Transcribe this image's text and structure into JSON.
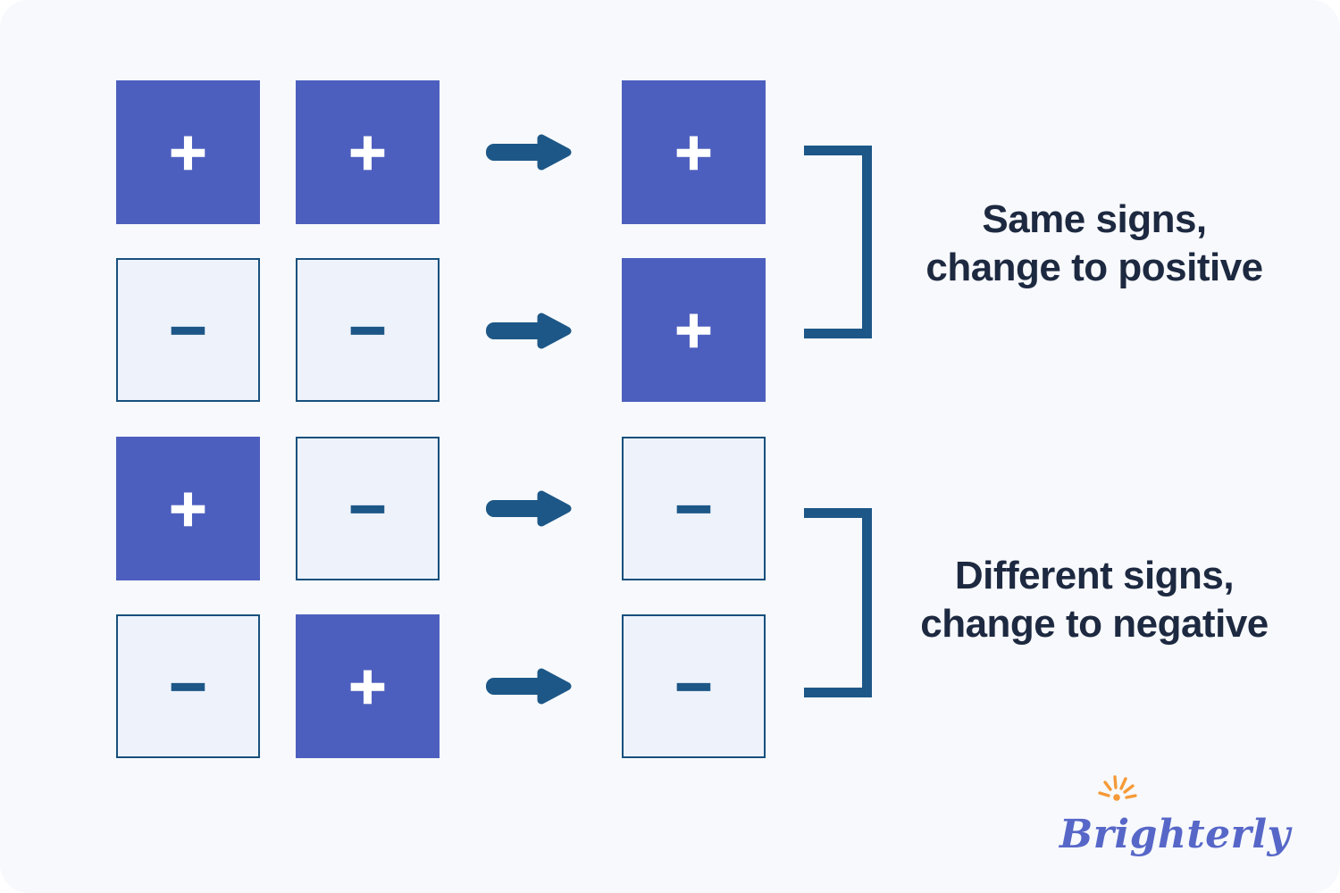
{
  "rows": [
    {
      "operand_a": {
        "sign": "+",
        "style": "solid"
      },
      "operand_b": {
        "sign": "+",
        "style": "solid"
      },
      "result": {
        "sign": "+",
        "style": "solid"
      }
    },
    {
      "operand_a": {
        "sign": "−",
        "style": "light"
      },
      "operand_b": {
        "sign": "−",
        "style": "light"
      },
      "result": {
        "sign": "+",
        "style": "solid"
      }
    },
    {
      "operand_a": {
        "sign": "+",
        "style": "solid"
      },
      "operand_b": {
        "sign": "−",
        "style": "light"
      },
      "result": {
        "sign": "−",
        "style": "light"
      }
    },
    {
      "operand_a": {
        "sign": "−",
        "style": "light"
      },
      "operand_b": {
        "sign": "+",
        "style": "solid"
      },
      "result": {
        "sign": "−",
        "style": "light"
      }
    }
  ],
  "captions": [
    {
      "line1": "Same signs,",
      "line2": "change to positive"
    },
    {
      "line1": "Different signs,",
      "line2": "change to negative"
    }
  ],
  "logo": {
    "text": "Brighterly",
    "icon": "sunburst-icon"
  },
  "colors": {
    "panel_background": "#F7F9FC",
    "solid_tile": "#4D5FBE",
    "light_tile_background": "#EDF2FB",
    "light_tile_border": "#17507D",
    "arrow": "#1D5787",
    "bracket": "#1D5787",
    "caption_text": "#1D2940",
    "logo_text": "#5767C8",
    "logo_sun": "#F59A38"
  }
}
